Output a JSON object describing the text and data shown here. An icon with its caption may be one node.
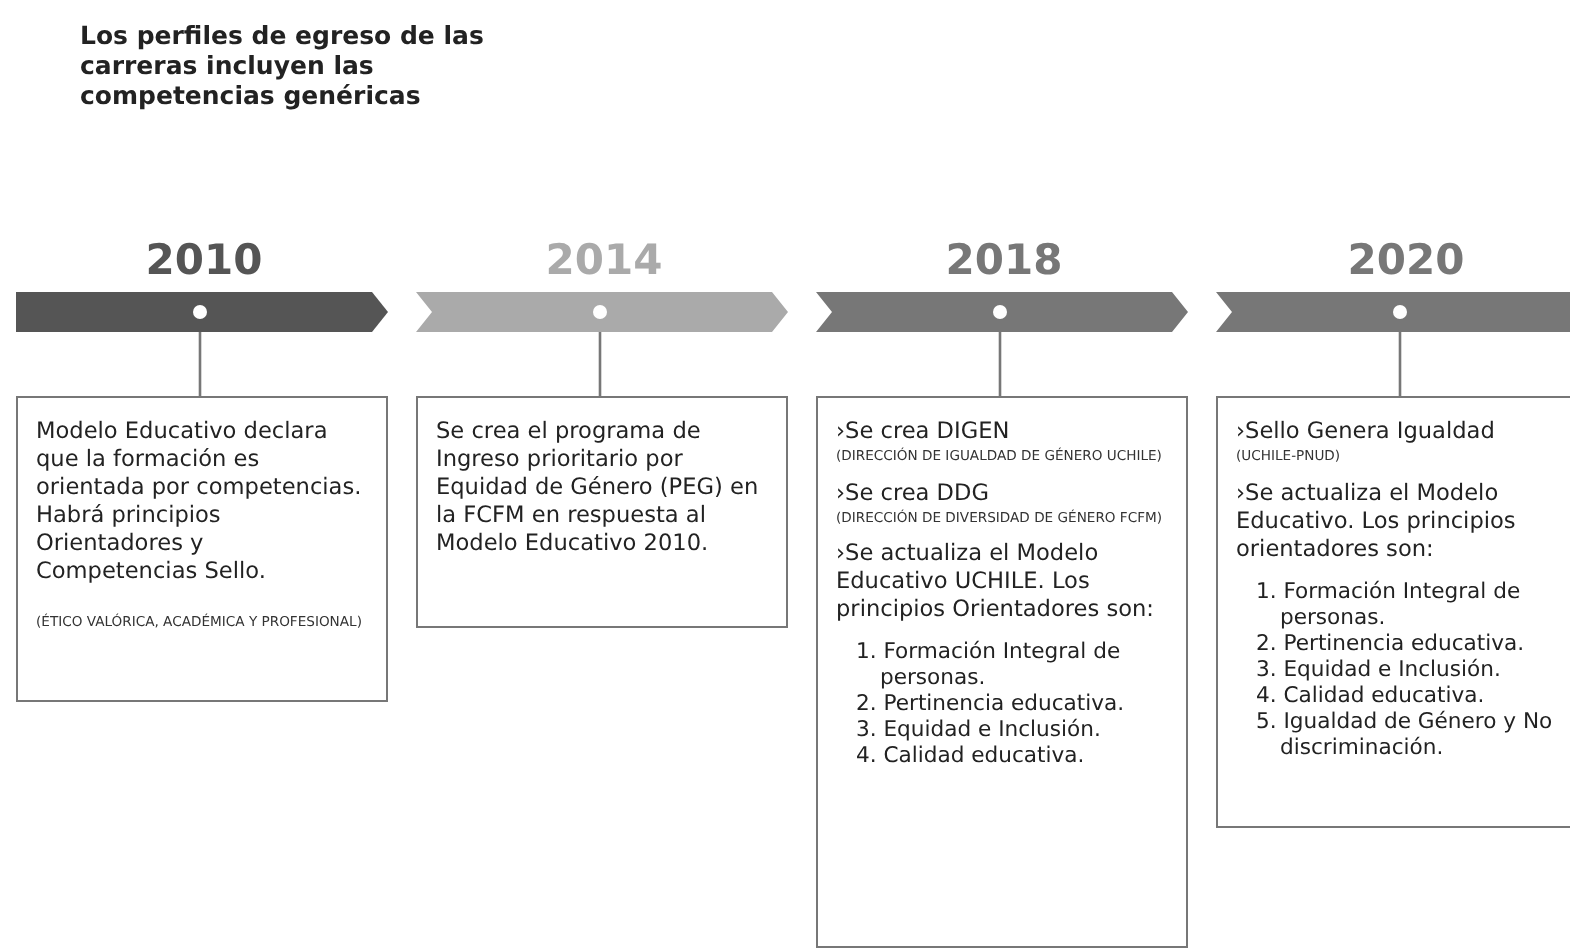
{
  "diagram": {
    "title": "Los perfiles de egreso de las carreras incluyen las competencias genéricas",
    "nodes": [
      {
        "text": [
          "2010"
        ]
      },
      {
        "text": [
          "2014"
        ]
      },
      {
        "text": [
          "2018"
        ]
      },
      {
        "text": [
          "2020"
        ]
      },
      {
        "text": [
          "Modelo Educativo declara que la formación es orientada por competencias. Habrá principios Orientadores y Competencias Sello.",
          "(ÉTICO VALÓRICA, ACADÉMICA Y PROFESIONAL)"
        ]
      },
      {
        "text": [
          "Se crea el programa de Ingreso prioritario por Equidad de Género (PEG) en la FCFM en respuesta al Modelo Educativo 2010."
        ]
      },
      {
        "text": [
          "›Se crea DIGEN",
          "(DIRECCIÓN DE IGUALDAD DE GÉNERO UCHILE)",
          "›Se crea DDG",
          "(DIRECCIÓN DE DIVERSIDAD DE GÉNERO FCFM)",
          "›Se actualiza el Modelo Educativo UCHILE. Los principios Orientadores son:",
          "1. Formación Integral de personas.",
          "2. Pertinencia educativa.",
          "3. Equidad e Inclusión.",
          "4. Calidad educativa."
        ]
      },
      {
        "text": [
          "›Sello Genera Igualdad",
          "(UCHILE-PNUD)",
          "›Se actualiza el Modelo Educativo. Los principios orientadores son:",
          "1. Formación Integral de personas.",
          "2. Pertinencia educativa.",
          "3. Equidad e Inclusión.",
          "4. Calidad educativa.",
          "5. Igualdad de Género y No discriminación."
        ]
      }
    ],
    "edges": [
      {
        "from": 0,
        "to": 4,
        "arrow": "none"
      },
      {
        "from": 1,
        "to": 5,
        "arrow": "none"
      },
      {
        "from": 2,
        "to": 6,
        "arrow": "none"
      },
      {
        "from": 3,
        "to": 7,
        "arrow": "none"
      }
    ]
  }
}
